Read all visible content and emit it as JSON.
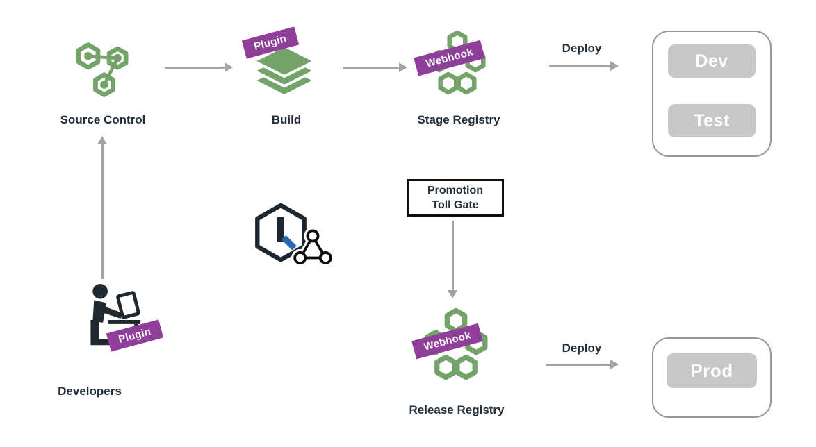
{
  "nodes": {
    "source_control": {
      "label": "Source Control"
    },
    "build": {
      "label": "Build",
      "badge": "Plugin"
    },
    "stage_registry": {
      "label": "Stage Registry",
      "badge": "Webhook"
    },
    "developers": {
      "label": "Developers",
      "badge": "Plugin"
    },
    "release_registry": {
      "label": "Release Registry",
      "badge": "Webhook"
    },
    "promotion_gate": {
      "line1": "Promotion",
      "line2": "Toll Gate"
    }
  },
  "environments": {
    "dev": "Dev",
    "test": "Test",
    "prod": "Prod"
  },
  "arrows": {
    "deploy_top": "Deploy",
    "deploy_bottom": "Deploy"
  },
  "colors": {
    "icon_green": "#74A369",
    "badge_purple": "#8F3E99",
    "env_button_gray": "#C7C7C7",
    "arrow_gray": "#A3A3A3",
    "label_dark": "#232F3A",
    "logo_navy": "#1D2732",
    "logo_blue": "#2668B1"
  }
}
